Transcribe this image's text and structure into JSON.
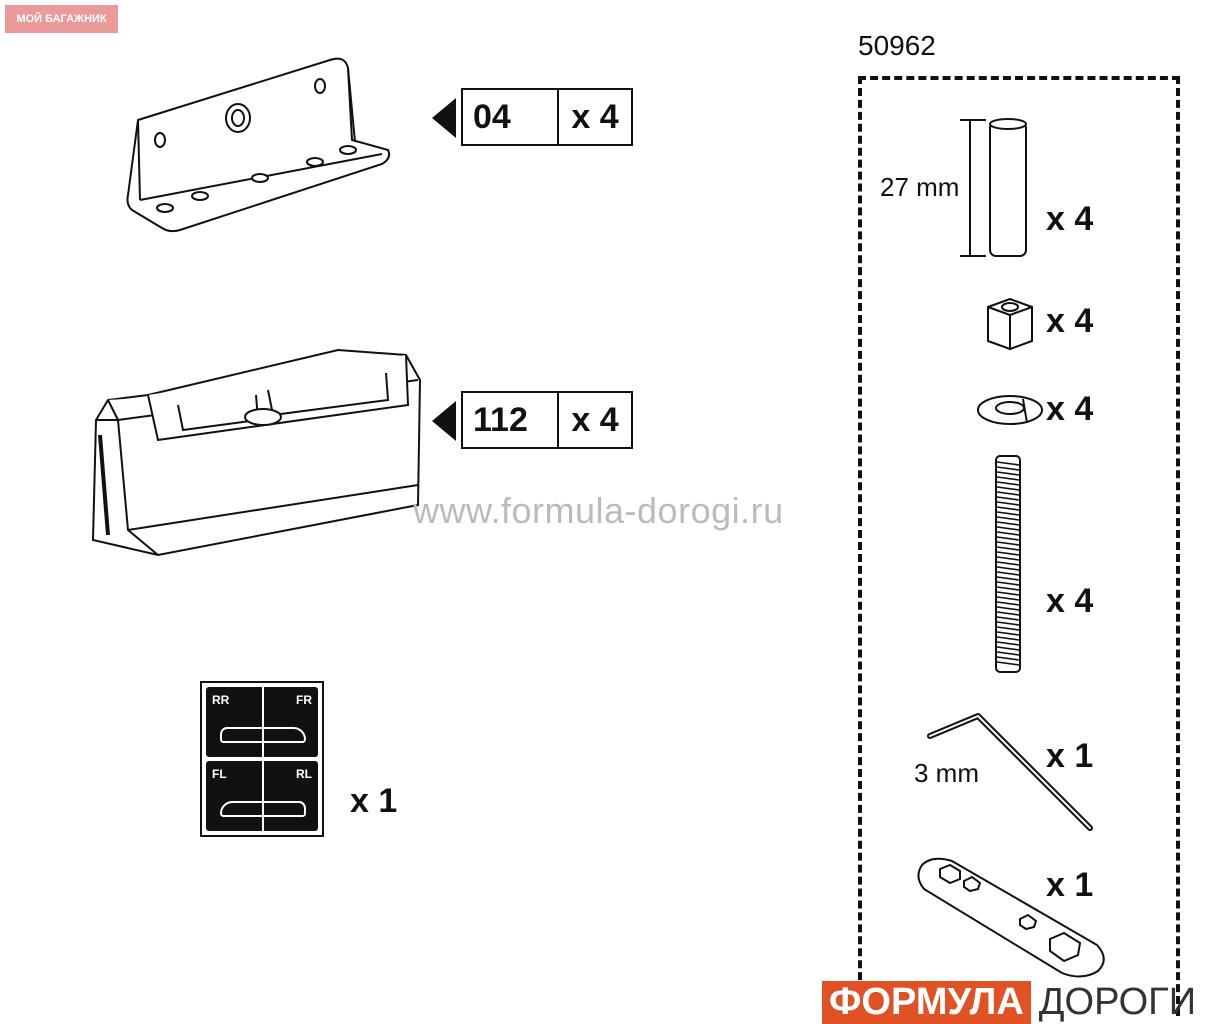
{
  "badge": {
    "text": "МОЙ БАГАЖНИК"
  },
  "kit": {
    "number": "50962"
  },
  "parts_left": [
    {
      "code": "04",
      "qty": "x 4",
      "icon": "mounting-bracket-icon"
    },
    {
      "code": "112",
      "qty": "x 4",
      "icon": "foot-pad-icon"
    }
  ],
  "sticker": {
    "qty": "x 1",
    "labels": [
      "RR",
      "FR",
      "FL",
      "RL"
    ],
    "icon": "position-sticker-icon"
  },
  "kit_parts": [
    {
      "icon": "spacer-tube-icon",
      "qty": "x 4",
      "dimension": "27 mm"
    },
    {
      "icon": "hex-nut-icon",
      "qty": "x 4"
    },
    {
      "icon": "spring-washer-icon",
      "qty": "x 4"
    },
    {
      "icon": "threaded-bolt-icon",
      "qty": "x 4"
    },
    {
      "icon": "hex-key-icon",
      "qty": "x 1",
      "dimension": "3 mm"
    },
    {
      "icon": "wrench-plate-icon",
      "qty": "x 1"
    }
  ],
  "watermark": {
    "text": "www.formula-dorogi.ru"
  },
  "logo": {
    "red": "ФОРМУЛА",
    "grey": "ДОРОГИ"
  },
  "colors": {
    "badge": "#ea9a98",
    "logo_red": "#e05224"
  }
}
